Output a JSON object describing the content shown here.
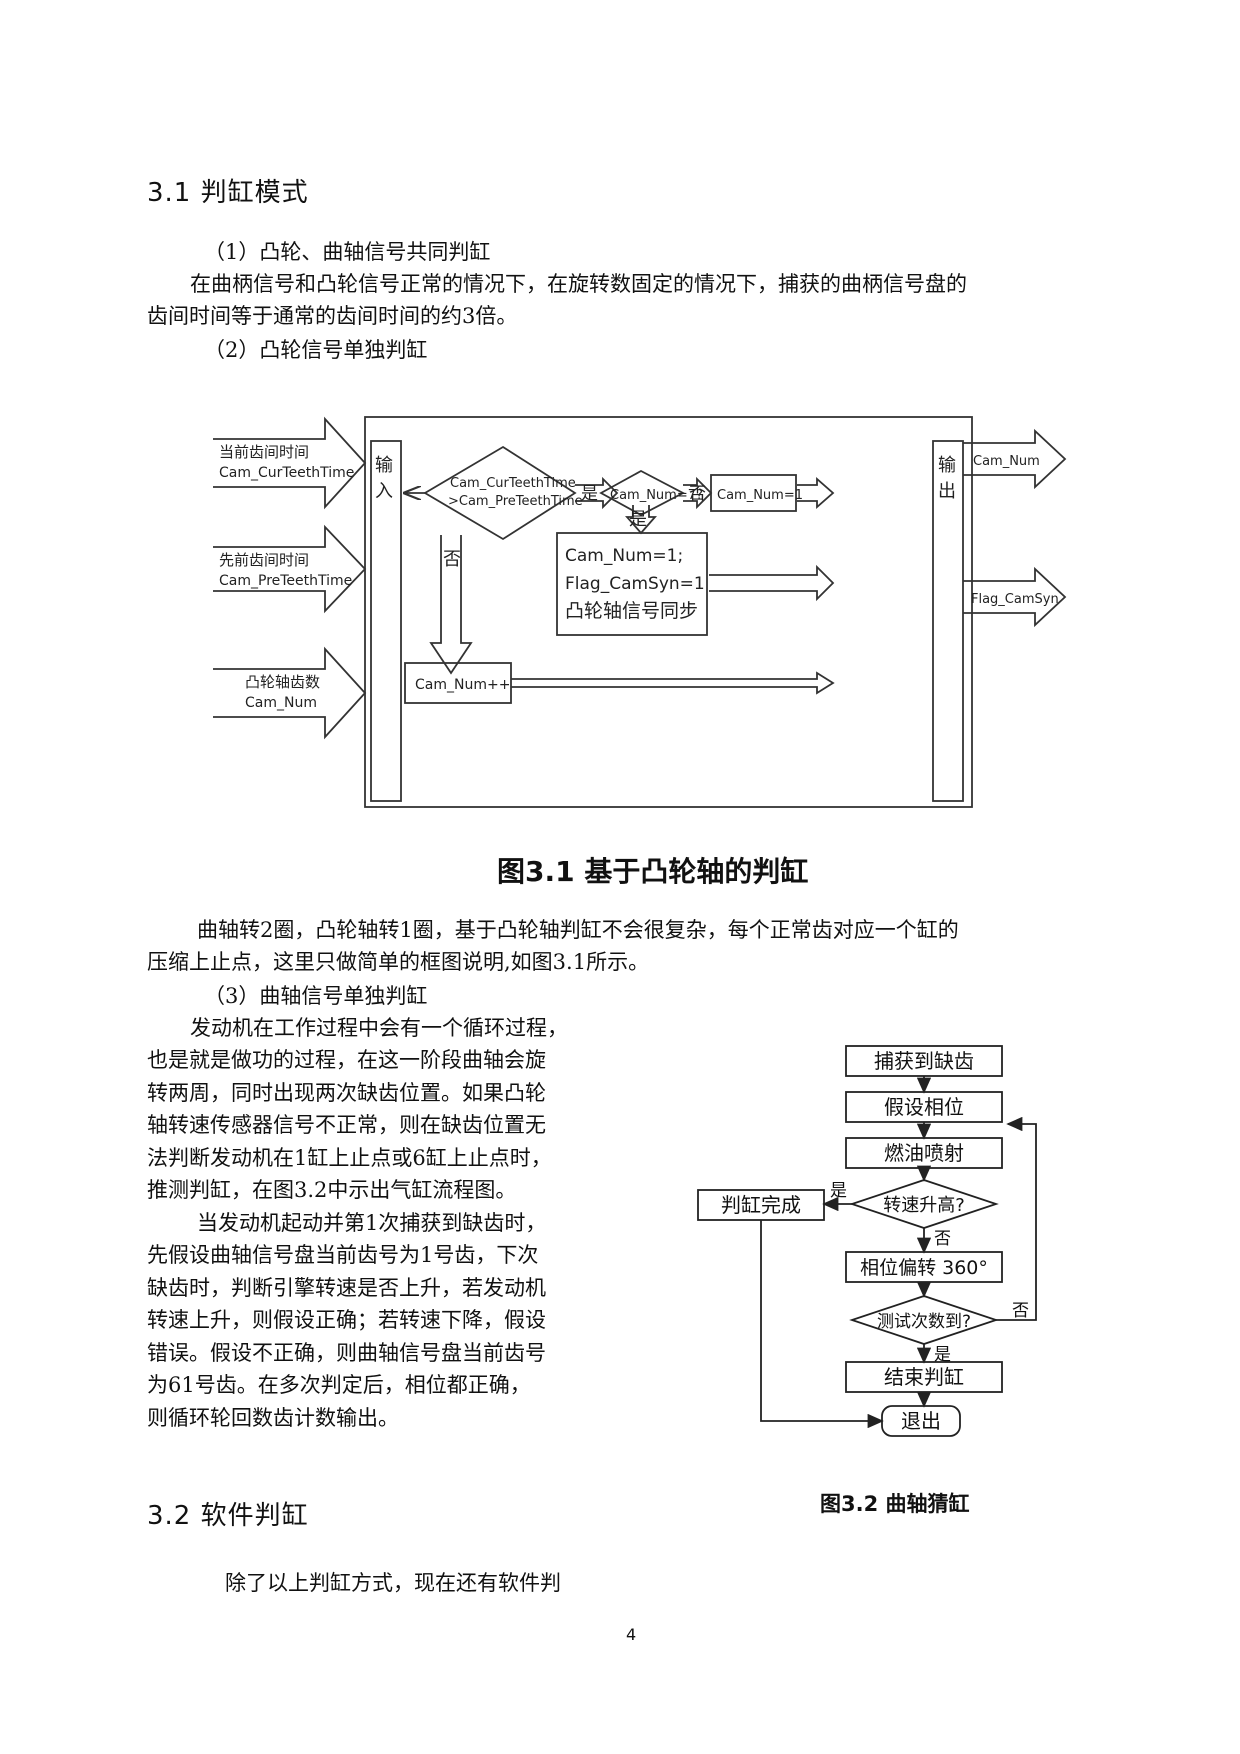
{
  "section1": {
    "heading": "3.1 判缸模式",
    "item1": "（1）凸轮、曲轴信号共同判缸",
    "para1_line1": "在曲柄信号和凸轮信号正常的情况下，在旋转数固定的情况下，捕获的曲柄信号盘的",
    "para1_line2": "齿间时间等于通常的齿间时间的约3倍。",
    "item2": "（2）凸轮信号单独判缸"
  },
  "fig1": {
    "caption": "图3.1 基于凸轮轴的判缸",
    "in1_cn": "当前齿间时间",
    "in1_en": "Cam_CurTeethTime",
    "in2_cn": "先前齿间时间",
    "in2_en": "Cam_PreTeethTime",
    "in3_cn": "凸轮轴齿数",
    "in3_en": "Cam_Num",
    "input_label_1": "输",
    "input_label_2": "入",
    "output_label_1": "输",
    "output_label_2": "出",
    "cond1_line1": "Cam_CurTeethTime",
    "cond1_line2": ">Cam_PreTeethTime",
    "yes1": "是",
    "cond2": "Cam_Num=7?",
    "no2": "否",
    "set1": "Cam_Num=1",
    "yes2": "是",
    "no1": "否",
    "box_line1": "Cam_Num=1;",
    "box_line2": "Flag_CamSyn=1",
    "box_line3": "凸轮轴信号同步",
    "inc": "Cam_Num++",
    "out1": "Cam_Num",
    "out2": "Flag_CamSyn"
  },
  "para2_line1": "曲轴转2圈，凸轮轴转1圈，基于凸轮轴判缸不会很复杂，每个正常齿对应一个缸的",
  "para2_line2": "压缩上止点，这里只做简单的框图说明,如图3.1所示。",
  "item3": "（3）曲轴信号单独判缸",
  "left_col": [
    "发动机在工作过程中会有一个循环过程，",
    "也是就是做功的过程，在这一阶段曲轴会旋",
    "转两周，同时出现两次缺齿位置。如果凸轮",
    "轴转速传感器信号不正常，则在缺齿位置无",
    "法判断发动机在1缸上止点或6缸上止点时，",
    "推测判缸，在图3.2中示出气缸流程图。",
    "当发动机起动并第1次捕获到缺齿时，",
    "先假设曲轴信号盘当前齿号为1号齿，下次",
    "缺齿时，判断引擎转速是否上升，若发动机",
    "转速上升，则假设正确；若转速下降，假设",
    "错误。假设不正确，则曲轴信号盘当前齿号",
    "为61号齿。在多次判定后，相位都正确，",
    "则循环轮回数齿计数输出。"
  ],
  "fig2": {
    "caption": "图3.2 曲轴猜缸",
    "s1": "捕获到缺齿",
    "s2": "假设相位",
    "s3": "燃油喷射",
    "d1": "转速升高?",
    "d1_yes": "是",
    "d1_no": "否",
    "done": "判缸完成",
    "s4": "相位偏转 360°",
    "d2": "测试次数到?",
    "d2_yes": "是",
    "d2_no": "否",
    "s5": "结束判缸",
    "exit": "退出"
  },
  "section2": {
    "heading": "3.2 软件判缸",
    "para": "除了以上判缸方式，现在还有软件判"
  },
  "page_number": "4"
}
